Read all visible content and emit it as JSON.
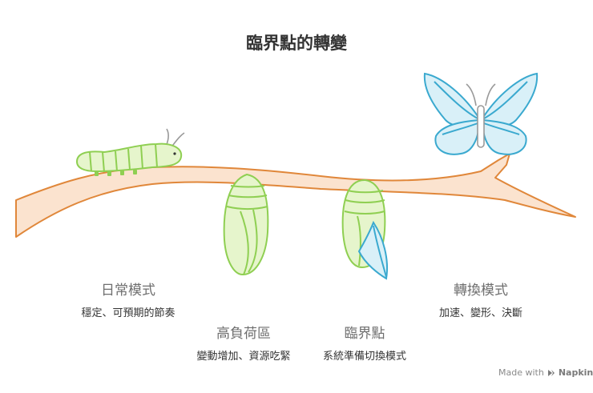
{
  "title": "臨界點的轉變",
  "stages": [
    {
      "title": "日常模式",
      "desc": "穩定、可預期的節奏"
    },
    {
      "title": "高負荷區",
      "desc": "變動增加、資源吃緊"
    },
    {
      "title": "臨界點",
      "desc": "系統準備切換模式"
    },
    {
      "title": "轉換模式",
      "desc": "加速、變形、決斷"
    }
  ],
  "watermark": {
    "prefix": "Made with",
    "brand": "Napkin"
  },
  "colors": {
    "branch_fill": "#fbe3cf",
    "branch_stroke": "#e0873a",
    "green_fill": "#e6f5cc",
    "green_stroke": "#8fcf52",
    "blue_fill": "#d9f0f8",
    "blue_stroke": "#3aa9cf",
    "text_dark": "#333333",
    "text_muted": "#6f6f6f"
  },
  "icons": [
    "caterpillar-icon",
    "cocoon-icon",
    "chrysalis-icon",
    "butterfly-icon",
    "napkin-logo-icon"
  ]
}
